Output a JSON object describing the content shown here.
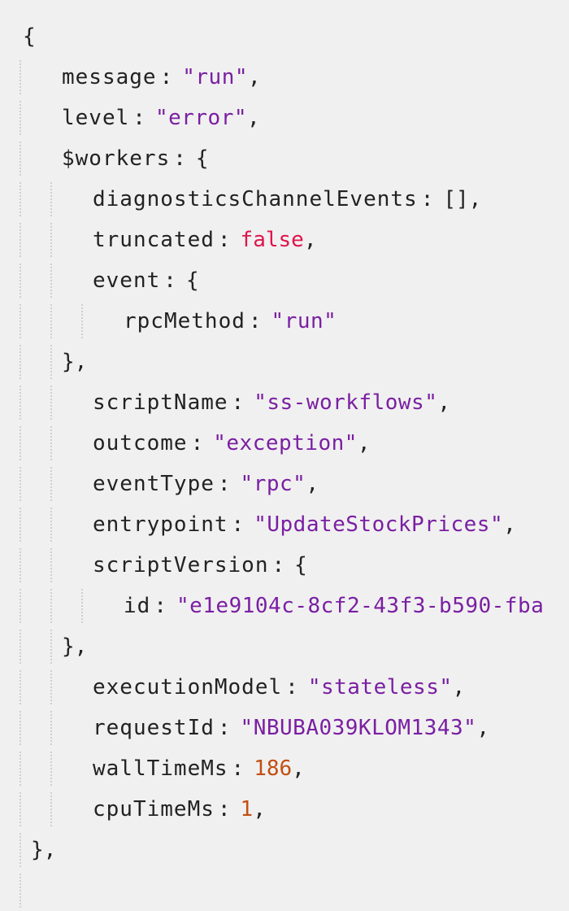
{
  "viewer": {
    "colors": {
      "background": "#f0f0f0",
      "key": "#222222",
      "string": "#7a1fa2",
      "boolean": "#e0144c",
      "number": "#c24f12",
      "guide": "#cfcfcf"
    },
    "lines": [
      {
        "depth": 0,
        "open": "{"
      },
      {
        "depth": 1,
        "key": "message",
        "type": "str",
        "value": "\"run\"",
        "trail": ","
      },
      {
        "depth": 1,
        "key": "level",
        "type": "str",
        "value": "\"error\"",
        "trail": ","
      },
      {
        "depth": 1,
        "key": "$workers",
        "type": "punct",
        "value": "{",
        "trail": ""
      },
      {
        "depth": 2,
        "key": "diagnosticsChannelEvents",
        "type": "punct",
        "value": "[]",
        "trail": ","
      },
      {
        "depth": 2,
        "key": "truncated",
        "type": "bool",
        "value": "false",
        "trail": ","
      },
      {
        "depth": 2,
        "key": "event",
        "type": "punct",
        "value": "{",
        "trail": ""
      },
      {
        "depth": 3,
        "key": "rpcMethod",
        "type": "str",
        "value": "\"run\"",
        "trail": ""
      },
      {
        "depth": 2,
        "close": "},"
      },
      {
        "depth": 2,
        "key": "scriptName",
        "type": "str",
        "value": "\"ss-workflows\"",
        "trail": ","
      },
      {
        "depth": 2,
        "key": "outcome",
        "type": "str",
        "value": "\"exception\"",
        "trail": ","
      },
      {
        "depth": 2,
        "key": "eventType",
        "type": "str",
        "value": "\"rpc\"",
        "trail": ","
      },
      {
        "depth": 2,
        "key": "entrypoint",
        "type": "str",
        "value": "\"UpdateStockPrices\"",
        "trail": ","
      },
      {
        "depth": 2,
        "key": "scriptVersion",
        "type": "punct",
        "value": "{",
        "trail": ""
      },
      {
        "depth": 3,
        "key": "id",
        "type": "str",
        "value": "\"e1e9104c-8cf2-43f3-b590-fba",
        "trail": ""
      },
      {
        "depth": 2,
        "close": "},"
      },
      {
        "depth": 2,
        "key": "executionModel",
        "type": "str",
        "value": "\"stateless\"",
        "trail": ","
      },
      {
        "depth": 2,
        "key": "requestId",
        "type": "str",
        "value": "\"NBUBA039KLOM1343\"",
        "trail": ","
      },
      {
        "depth": 2,
        "key": "wallTimeMs",
        "type": "num",
        "value": "186",
        "trail": ","
      },
      {
        "depth": 2,
        "key": "cpuTimeMs",
        "type": "num",
        "value": "1",
        "trail": ","
      },
      {
        "depth": 1,
        "close": "},"
      },
      {
        "depth": 1,
        "guide_only": true
      }
    ]
  }
}
